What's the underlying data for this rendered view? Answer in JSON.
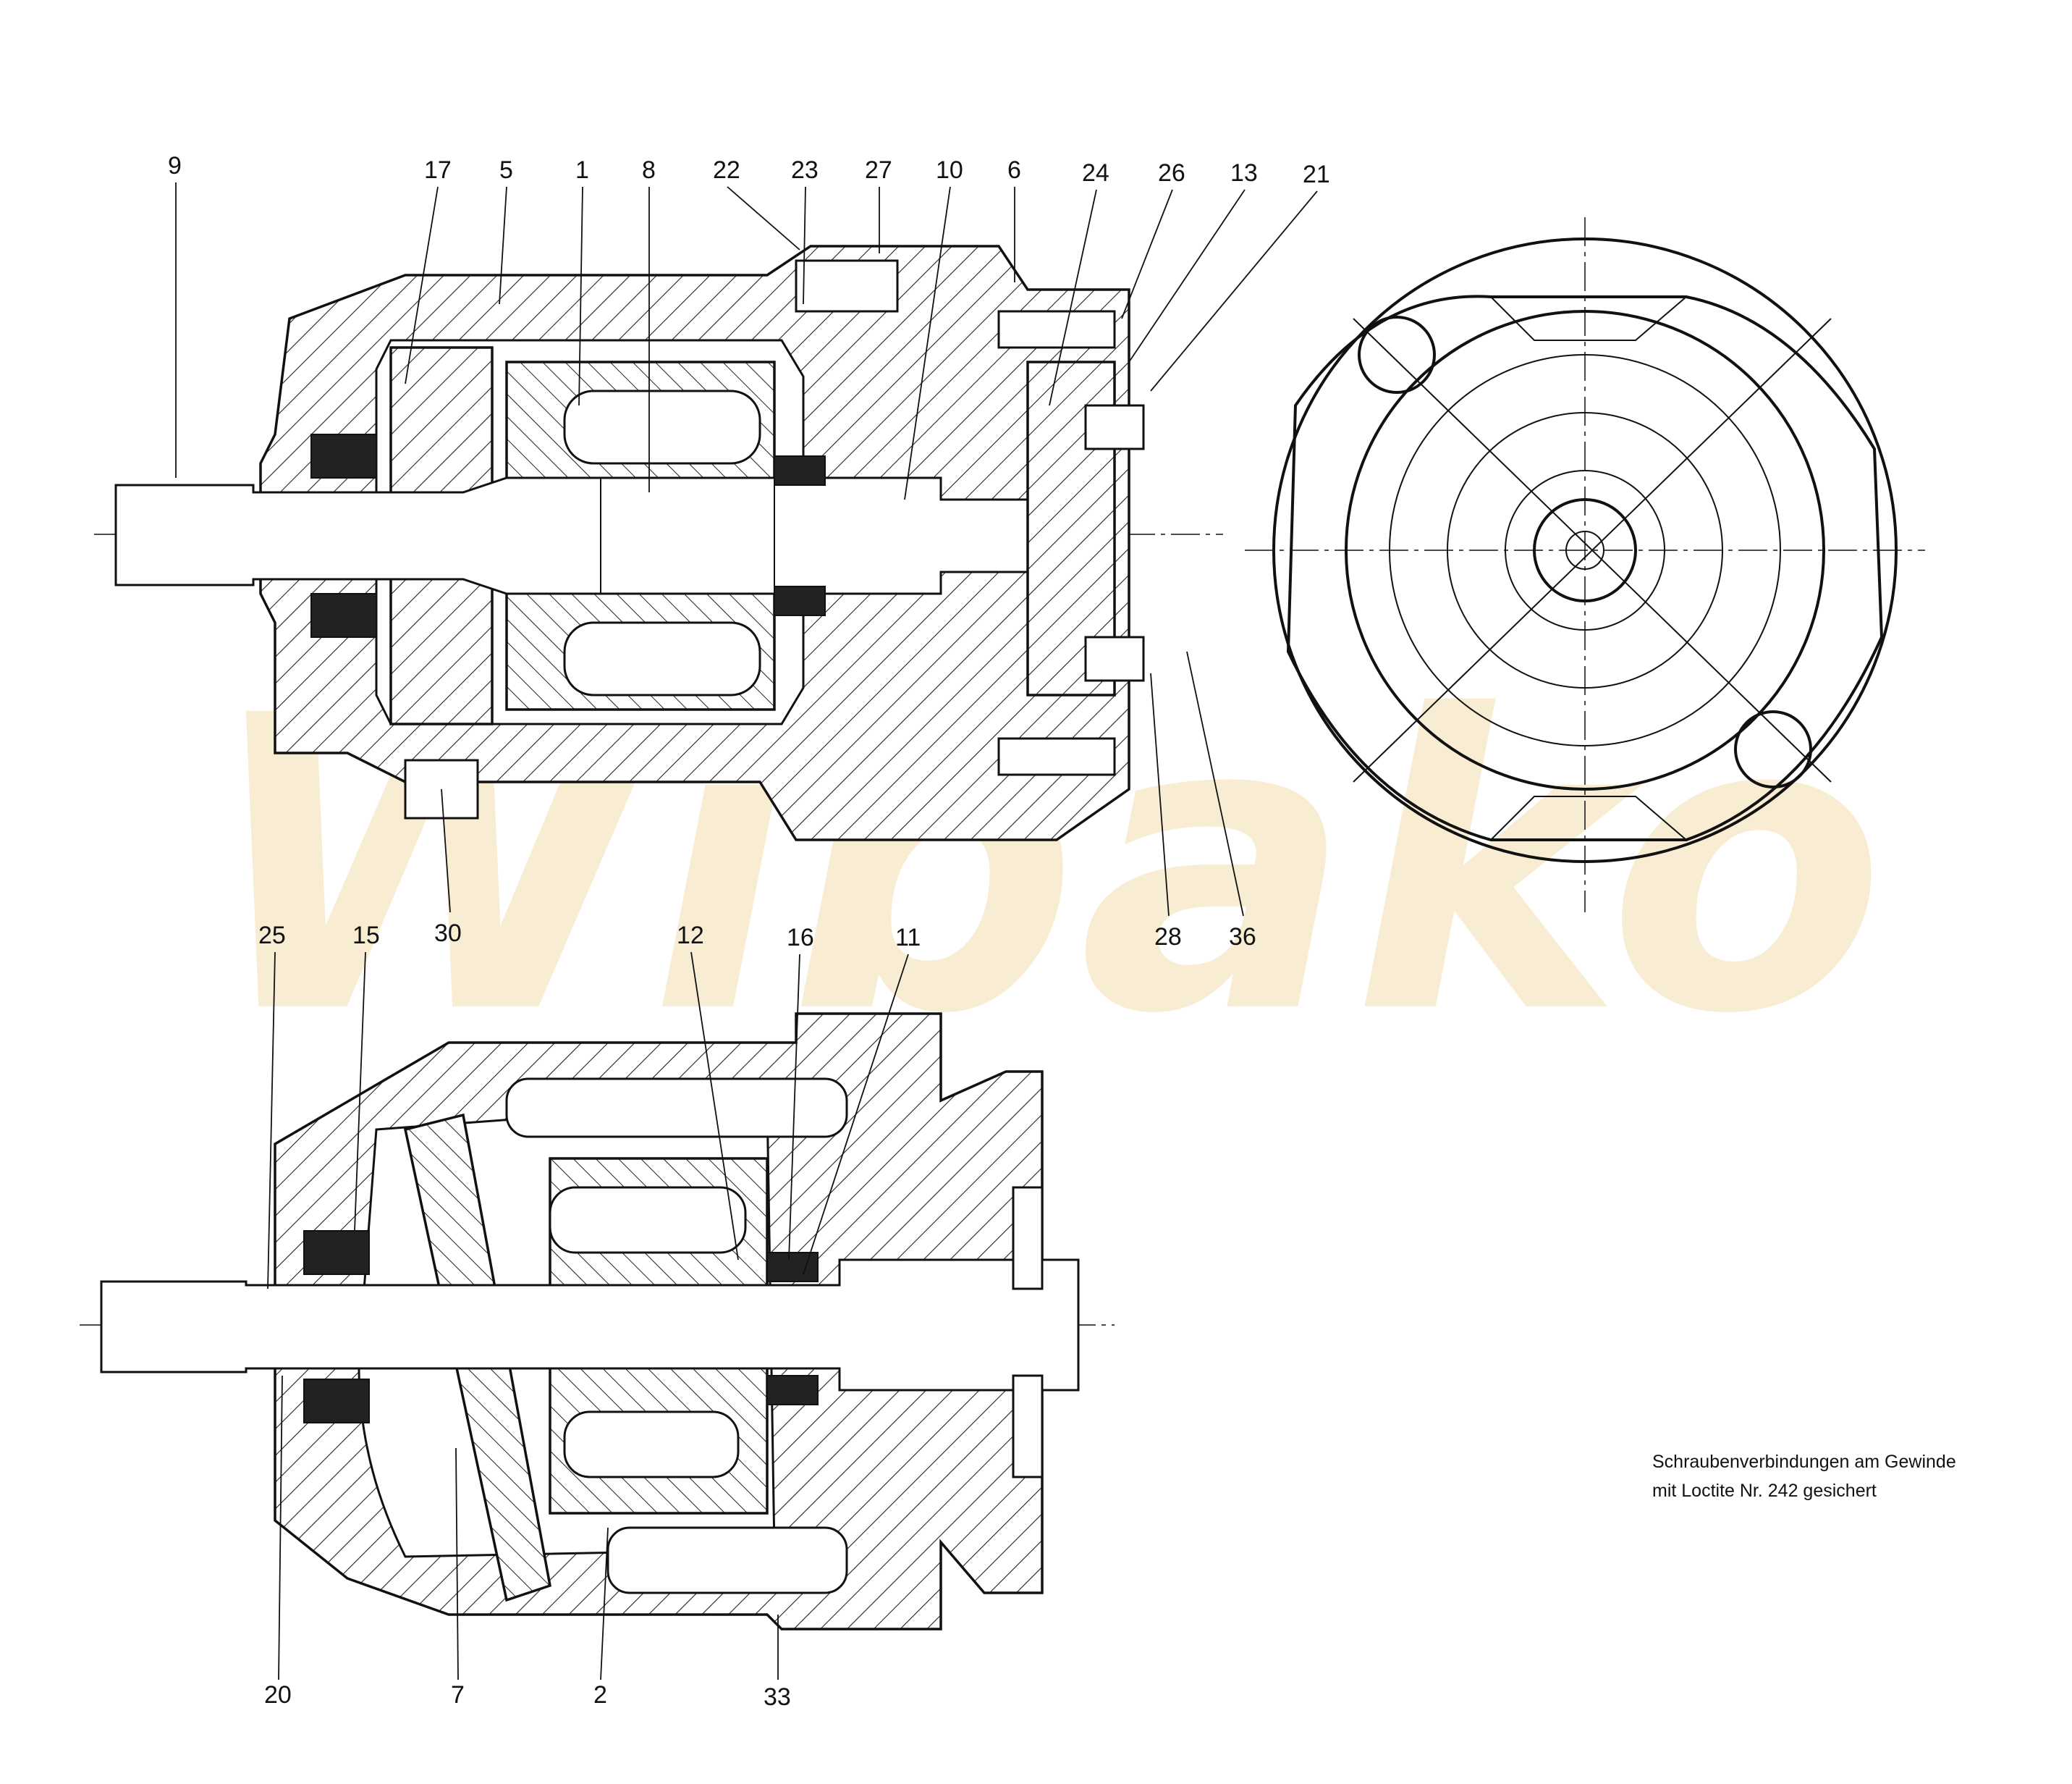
{
  "callouts_top": [
    "9",
    "17",
    "5",
    "1",
    "8",
    "22",
    "23",
    "27",
    "10",
    "6",
    "24",
    "26",
    "13",
    "21"
  ],
  "callouts_middle": [
    "30",
    "28",
    "36"
  ],
  "callouts_lower_top": [
    "25",
    "15",
    "12",
    "16",
    "11"
  ],
  "callouts_bottom": [
    "20",
    "7",
    "2",
    "33"
  ],
  "note": {
    "line1": "Schraubenverbindungen am Gewinde",
    "line2": "mit Loctite Nr. 242 gesichert"
  },
  "watermark": {
    "text": "Wibako",
    "color": "#f3dfae"
  }
}
